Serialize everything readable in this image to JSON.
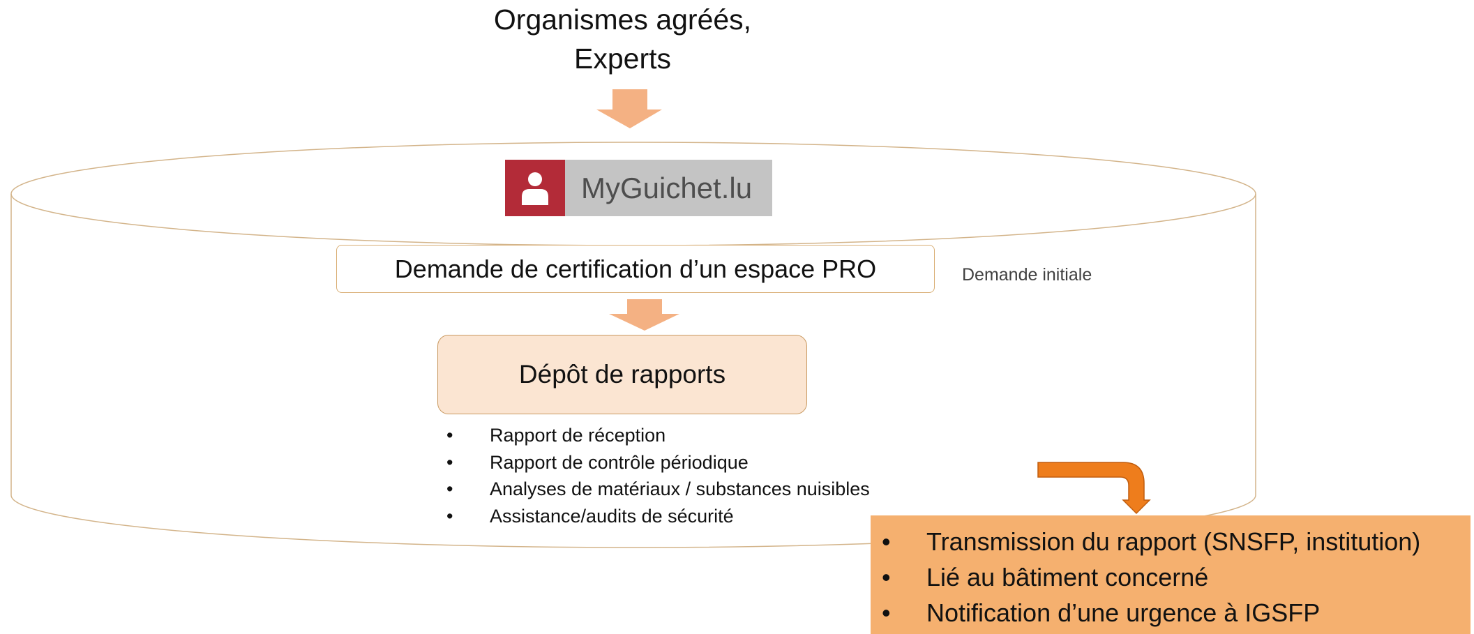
{
  "source": {
    "lines": [
      "Organismes agréés,",
      "Experts"
    ]
  },
  "logo": {
    "text": "MyGuichet.lu",
    "icon": "person-icon",
    "colors": {
      "square": "#b32b38",
      "background": "#c4c4c4",
      "text": "#4e4e4e"
    }
  },
  "request": {
    "label": "Demande de certification d’un espace PRO",
    "side_label": "Demande initiale"
  },
  "reports": {
    "title": "Dépôt de rapports",
    "items": [
      "Rapport de réception",
      "Rapport de contrôle périodique",
      "Analyses de matériaux / substances nuisibles",
      "Assistance/audits de sécurité"
    ]
  },
  "outcome": {
    "items": [
      "Transmission du rapport (SNSFP, institution)",
      "Lié au bâtiment concerné",
      "Notification d’une urgence à IGSFP"
    ]
  },
  "colors": {
    "arrow_light": "#f4b183",
    "arrow_dark": "#ee7d1c",
    "cylinder_outline": "#d3b48a",
    "reports_fill": "#fbe5d2",
    "outcome_fill": "#f5b06f"
  },
  "bullet_glyph": "•"
}
